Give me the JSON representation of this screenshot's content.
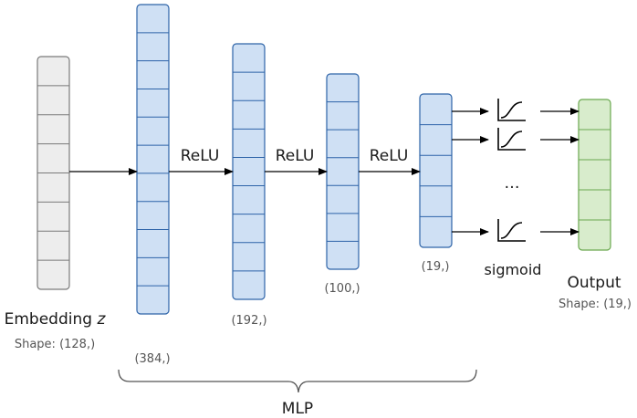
{
  "colors": {
    "embedding_fill": "#ededed",
    "embedding_stroke": "#7a7a7a",
    "mlp_fill": "#cfe0f4",
    "mlp_stroke": "#2d63a8",
    "output_fill": "#d8eccc",
    "output_stroke": "#6aa84f",
    "arrow": "#000000"
  },
  "embedding": {
    "title": "Embedding ",
    "var": "z",
    "shape": "Shape: (128,)"
  },
  "mlp": {
    "label": "MLP",
    "layers": [
      {
        "shape": "(384,)"
      },
      {
        "shape": "(192,)"
      },
      {
        "shape": "(100,)"
      },
      {
        "shape": "(19,)"
      }
    ],
    "activations": [
      "ReLU",
      "ReLU",
      "ReLU"
    ]
  },
  "sigmoid": {
    "label": "sigmoid",
    "ellipsis": "…"
  },
  "output": {
    "title": "Output",
    "shape": "Shape: (19,)"
  }
}
